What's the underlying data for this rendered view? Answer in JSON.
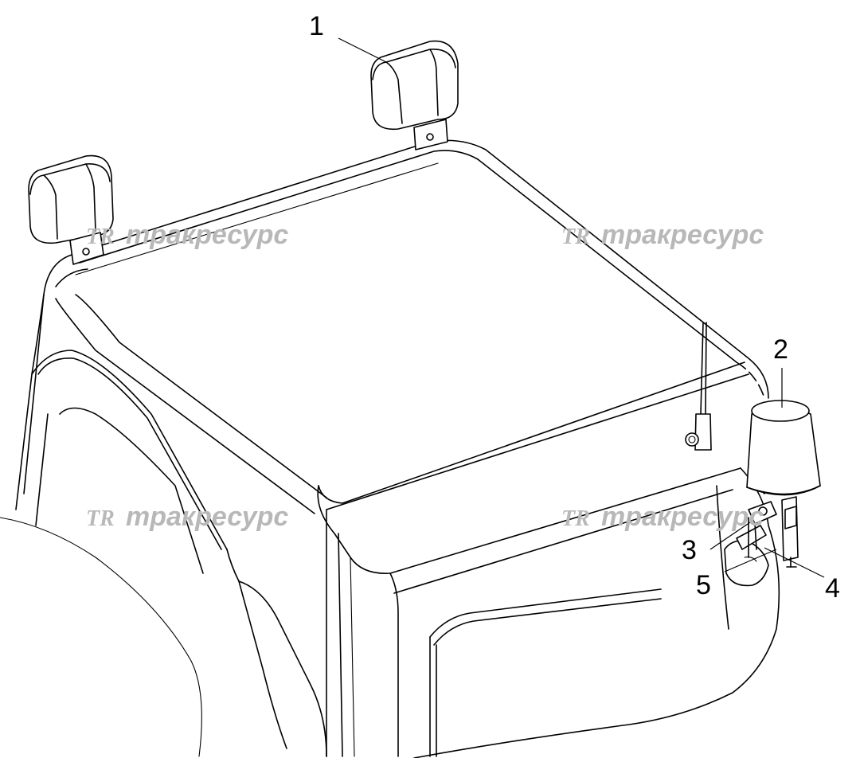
{
  "callouts": {
    "c1": "1",
    "c2": "2",
    "c3": "3",
    "c4": "4",
    "c5": "5"
  },
  "watermark": {
    "logo": "TR",
    "text": "тракресурс",
    "color": "#b8b8b8"
  }
}
